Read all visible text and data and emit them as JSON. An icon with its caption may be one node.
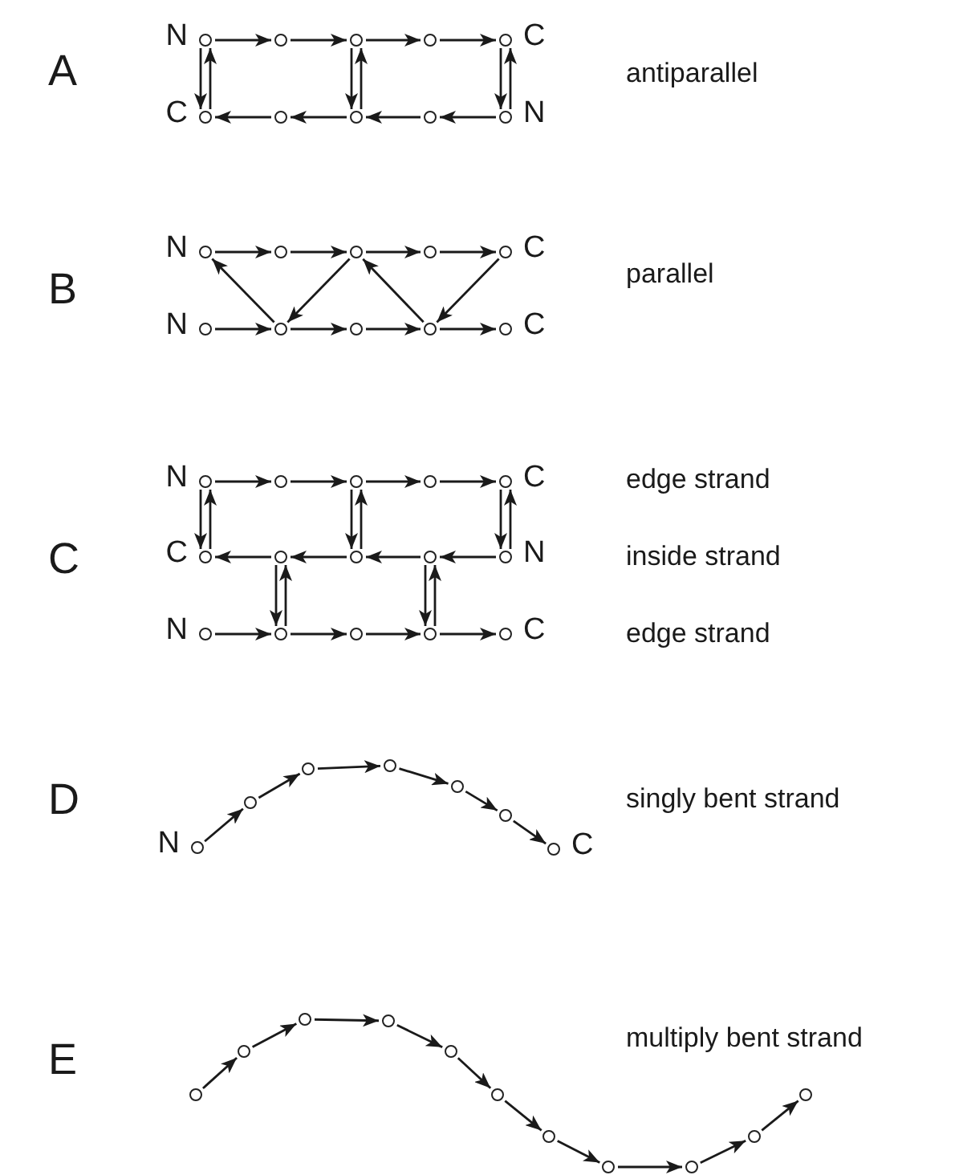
{
  "diagram": {
    "nodes": [
      {
        "text": [],
        "shape": "circle",
        "beside": [
          "N"
        ]
      },
      {
        "text": [],
        "shape": "circle"
      },
      {
        "text": [],
        "shape": "circle"
      },
      {
        "text": [],
        "shape": "circle"
      },
      {
        "text": [],
        "shape": "circle",
        "beside": [
          "C"
        ]
      },
      {
        "text": [],
        "shape": "circle",
        "beside": [
          "C"
        ]
      },
      {
        "text": [],
        "shape": "circle"
      },
      {
        "text": [],
        "shape": "circle"
      },
      {
        "text": [],
        "shape": "circle"
      },
      {
        "text": [],
        "shape": "circle",
        "beside": [
          "N"
        ]
      },
      {
        "text": [],
        "shape": "circle",
        "beside": [
          "N"
        ]
      },
      {
        "text": [],
        "shape": "circle"
      },
      {
        "text": [],
        "shape": "circle"
      },
      {
        "text": [],
        "shape": "circle"
      },
      {
        "text": [],
        "shape": "circle",
        "beside": [
          "C"
        ]
      },
      {
        "text": [],
        "shape": "circle",
        "beside": [
          "N"
        ]
      },
      {
        "text": [],
        "shape": "circle"
      },
      {
        "text": [],
        "shape": "circle"
      },
      {
        "text": [],
        "shape": "circle"
      },
      {
        "text": [],
        "shape": "circle",
        "beside": [
          "C"
        ]
      },
      {
        "text": [],
        "shape": "circle",
        "beside": [
          "N"
        ]
      },
      {
        "text": [],
        "shape": "circle"
      },
      {
        "text": [],
        "shape": "circle"
      },
      {
        "text": [],
        "shape": "circle"
      },
      {
        "text": [],
        "shape": "circle",
        "beside": [
          "C"
        ]
      },
      {
        "text": [],
        "shape": "circle",
        "beside": [
          "C"
        ]
      },
      {
        "text": [],
        "shape": "circle"
      },
      {
        "text": [],
        "shape": "circle"
      },
      {
        "text": [],
        "shape": "circle"
      },
      {
        "text": [],
        "shape": "circle",
        "beside": [
          "N"
        ]
      },
      {
        "text": [],
        "shape": "circle",
        "beside": [
          "N"
        ]
      },
      {
        "text": [],
        "shape": "circle"
      },
      {
        "text": [],
        "shape": "circle"
      },
      {
        "text": [],
        "shape": "circle"
      },
      {
        "text": [],
        "shape": "circle",
        "beside": [
          "C"
        ]
      },
      {
        "text": [],
        "shape": "circle",
        "beside": [
          "N"
        ]
      },
      {
        "text": [],
        "shape": "circle"
      },
      {
        "text": [],
        "shape": "circle"
      },
      {
        "text": [],
        "shape": "circle"
      },
      {
        "text": [],
        "shape": "circle"
      },
      {
        "text": [],
        "shape": "circle"
      },
      {
        "text": [],
        "shape": "circle",
        "beside": [
          "C"
        ]
      },
      {
        "text": [],
        "shape": "circle"
      },
      {
        "text": [],
        "shape": "circle"
      },
      {
        "text": [],
        "shape": "circle"
      },
      {
        "text": [],
        "shape": "circle"
      },
      {
        "text": [],
        "shape": "circle"
      },
      {
        "text": [],
        "shape": "circle"
      },
      {
        "text": [],
        "shape": "circle"
      },
      {
        "text": [],
        "shape": "circle"
      },
      {
        "text": [],
        "shape": "circle"
      },
      {
        "text": [],
        "shape": "circle"
      },
      {
        "text": [],
        "shape": "circle"
      }
    ],
    "edges": [
      {
        "from": 0,
        "to": 1,
        "arrow": "to"
      },
      {
        "from": 1,
        "to": 2,
        "arrow": "to"
      },
      {
        "from": 2,
        "to": 3,
        "arrow": "to"
      },
      {
        "from": 3,
        "to": 4,
        "arrow": "to"
      },
      {
        "from": 9,
        "to": 8,
        "arrow": "to"
      },
      {
        "from": 8,
        "to": 7,
        "arrow": "to"
      },
      {
        "from": 7,
        "to": 6,
        "arrow": "to"
      },
      {
        "from": 6,
        "to": 5,
        "arrow": "to"
      },
      {
        "from": 0,
        "to": 5,
        "arrow": "to"
      },
      {
        "from": 5,
        "to": 0,
        "arrow": "to"
      },
      {
        "from": 2,
        "to": 7,
        "arrow": "to"
      },
      {
        "from": 7,
        "to": 2,
        "arrow": "to"
      },
      {
        "from": 4,
        "to": 9,
        "arrow": "to"
      },
      {
        "from": 9,
        "to": 4,
        "arrow": "to"
      },
      {
        "from": 10,
        "to": 11,
        "arrow": "to"
      },
      {
        "from": 11,
        "to": 12,
        "arrow": "to"
      },
      {
        "from": 12,
        "to": 13,
        "arrow": "to"
      },
      {
        "from": 13,
        "to": 14,
        "arrow": "to"
      },
      {
        "from": 15,
        "to": 16,
        "arrow": "to"
      },
      {
        "from": 16,
        "to": 17,
        "arrow": "to"
      },
      {
        "from": 17,
        "to": 18,
        "arrow": "to"
      },
      {
        "from": 18,
        "to": 19,
        "arrow": "to"
      },
      {
        "from": 16,
        "to": 10,
        "arrow": "to"
      },
      {
        "from": 12,
        "to": 16,
        "arrow": "to"
      },
      {
        "from": 18,
        "to": 12,
        "arrow": "to"
      },
      {
        "from": 14,
        "to": 18,
        "arrow": "to"
      },
      {
        "from": 20,
        "to": 21,
        "arrow": "to"
      },
      {
        "from": 21,
        "to": 22,
        "arrow": "to"
      },
      {
        "from": 22,
        "to": 23,
        "arrow": "to"
      },
      {
        "from": 23,
        "to": 24,
        "arrow": "to"
      },
      {
        "from": 29,
        "to": 28,
        "arrow": "to"
      },
      {
        "from": 28,
        "to": 27,
        "arrow": "to"
      },
      {
        "from": 27,
        "to": 26,
        "arrow": "to"
      },
      {
        "from": 26,
        "to": 25,
        "arrow": "to"
      },
      {
        "from": 30,
        "to": 31,
        "arrow": "to"
      },
      {
        "from": 31,
        "to": 32,
        "arrow": "to"
      },
      {
        "from": 32,
        "to": 33,
        "arrow": "to"
      },
      {
        "from": 33,
        "to": 34,
        "arrow": "to"
      },
      {
        "from": 20,
        "to": 25,
        "arrow": "to"
      },
      {
        "from": 25,
        "to": 20,
        "arrow": "to"
      },
      {
        "from": 22,
        "to": 27,
        "arrow": "to"
      },
      {
        "from": 27,
        "to": 22,
        "arrow": "to"
      },
      {
        "from": 24,
        "to": 29,
        "arrow": "to"
      },
      {
        "from": 29,
        "to": 24,
        "arrow": "to"
      },
      {
        "from": 26,
        "to": 31,
        "arrow": "to"
      },
      {
        "from": 31,
        "to": 26,
        "arrow": "to"
      },
      {
        "from": 28,
        "to": 33,
        "arrow": "to"
      },
      {
        "from": 33,
        "to": 28,
        "arrow": "to"
      },
      {
        "from": 35,
        "to": 36,
        "arrow": "to"
      },
      {
        "from": 36,
        "to": 37,
        "arrow": "to"
      },
      {
        "from": 37,
        "to": 38,
        "arrow": "to"
      },
      {
        "from": 38,
        "to": 39,
        "arrow": "to"
      },
      {
        "from": 39,
        "to": 40,
        "arrow": "to"
      },
      {
        "from": 40,
        "to": 41,
        "arrow": "to"
      },
      {
        "from": 42,
        "to": 43,
        "arrow": "to"
      },
      {
        "from": 43,
        "to": 44,
        "arrow": "to"
      },
      {
        "from": 44,
        "to": 45,
        "arrow": "to"
      },
      {
        "from": 45,
        "to": 46,
        "arrow": "to"
      },
      {
        "from": 46,
        "to": 47,
        "arrow": "to"
      },
      {
        "from": 47,
        "to": 48,
        "arrow": "to"
      },
      {
        "from": 48,
        "to": 49,
        "arrow": "to"
      },
      {
        "from": 49,
        "to": 50,
        "arrow": "to"
      },
      {
        "from": 50,
        "to": 51,
        "arrow": "to"
      },
      {
        "from": 51,
        "to": 52,
        "arrow": "to"
      }
    ],
    "labels": [
      "A",
      "antiparallel",
      "B",
      "parallel",
      "C",
      "edge strand",
      "inside strand",
      "edge strand",
      "D",
      "singly bent strand",
      "E",
      "multiply bent strand"
    ]
  }
}
